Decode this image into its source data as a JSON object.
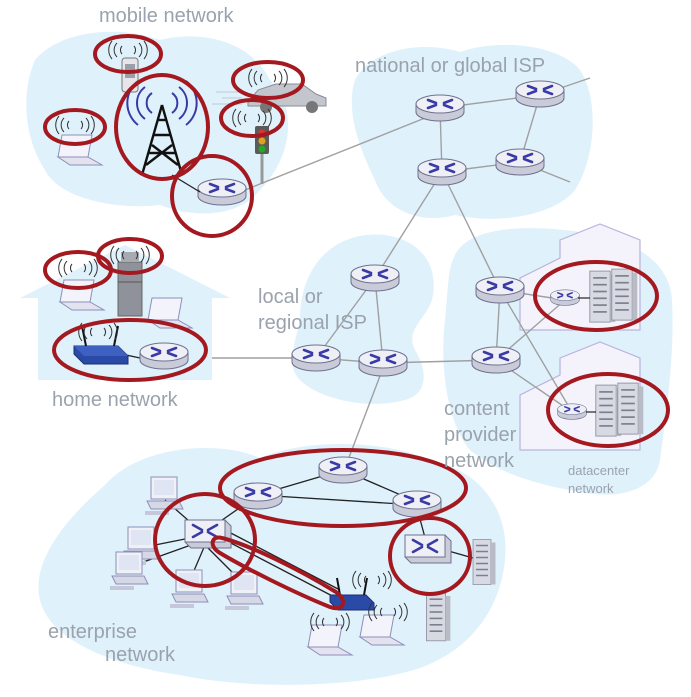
{
  "labels": {
    "mobile": "mobile network",
    "national": "national or global ISP",
    "local_line1": "local or",
    "local_line2": "regional ISP",
    "home": "home network",
    "content_line1": "content",
    "content_line2": "provider",
    "content_line3": "network",
    "datacenter_line1": "datacenter",
    "datacenter_line2": "network",
    "enterprise_line1": "enterprise",
    "enterprise_line2": "network"
  },
  "colors": {
    "cloud": "#dff1fb",
    "highlight": "#a4191f",
    "router_top": "#eef0f6",
    "router_side": "#c9cbd8",
    "router_arrow": "#3a3aa6",
    "label": "#9aa3ad",
    "link": "#9e9e9e",
    "datacenter_outline": "#b9b3dc"
  },
  "icons": {
    "router": "router-icon",
    "switch": "switch-icon",
    "tower": "cell-tower-icon",
    "wifi_ap": "wifi-access-point-icon",
    "laptop": "laptop-icon",
    "desktop": "desktop-pc-icon",
    "server": "server-icon",
    "phone": "mobile-phone-icon",
    "car": "car-icon",
    "traffic_light": "traffic-light-icon",
    "fridge": "fridge-icon",
    "wireless": "wireless-signal-icon"
  }
}
